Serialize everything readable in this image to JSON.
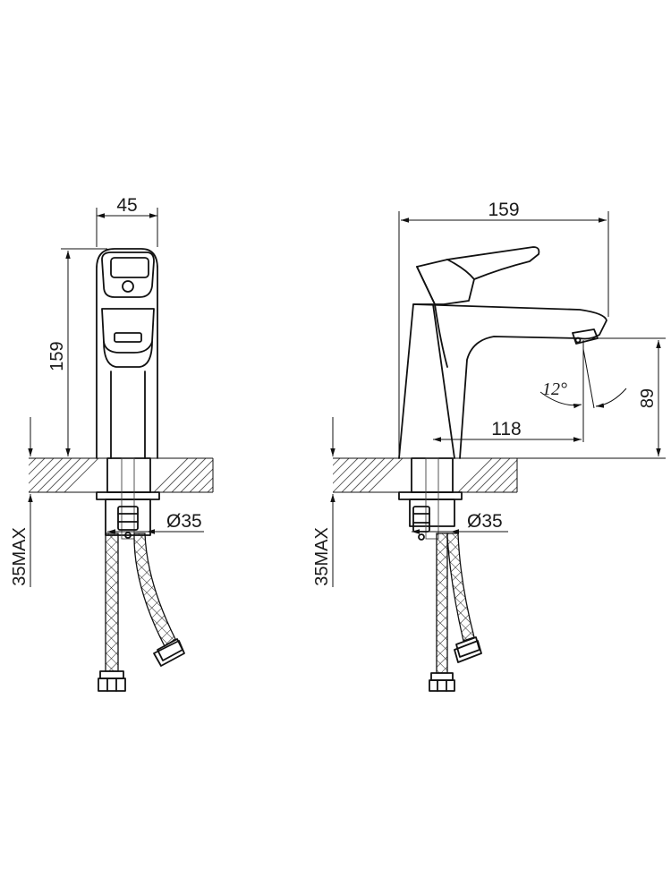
{
  "front_view": {
    "width_dim": "45",
    "height_dim": "159",
    "hole_dim": "Ø35",
    "thickness_dim": "35MAX"
  },
  "side_view": {
    "length_dim": "159",
    "reach_dim": "118",
    "spout_height_dim": "89",
    "angle_dim": "12°",
    "hole_dim": "Ø35",
    "thickness_dim": "35MAX"
  },
  "colors": {
    "line": "#111111",
    "background": "#ffffff"
  }
}
